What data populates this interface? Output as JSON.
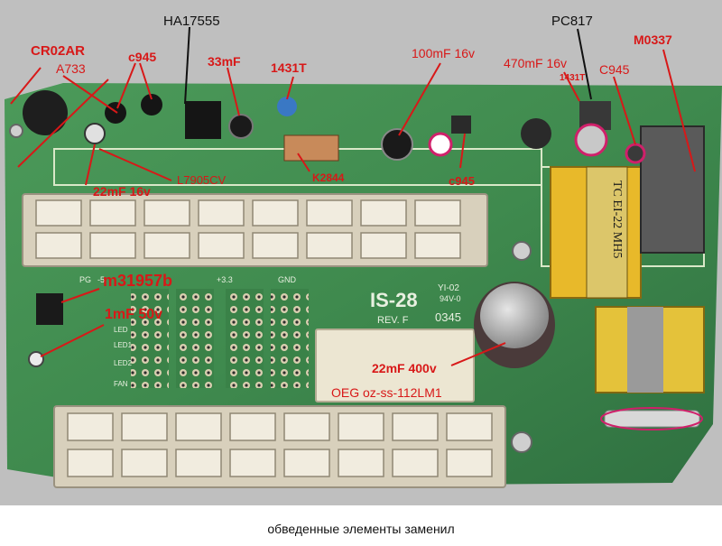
{
  "colors": {
    "pcb": "#3f8a4e",
    "pcb_dark": "#2b6a3a",
    "connector": "#d9d2bf",
    "annotation_red": "#d81818",
    "highlight_magenta": "#d0206a"
  },
  "board": {
    "silkscreen": {
      "model": "IS-28",
      "revision": "REV. F",
      "maker_code": "YI-02",
      "grade": "94V-0",
      "date_code": "0345",
      "transformer": "TC EI-22 MH5",
      "pin_5v": "-5",
      "pin_pg": "PG",
      "pin_33": "+3.3",
      "pin_gnd": "GND",
      "led1": "LED",
      "led2": "LED1",
      "led3": "LED2",
      "fan": "FAN"
    }
  },
  "labels": {
    "cr02ar": "CR02AR",
    "a733": "A733",
    "c945_a": "c945",
    "ha17555": "HA17555",
    "cap_33mf": "33mF",
    "t1431": "1431T",
    "cap_100mf": "100mF 16v",
    "pc817": "PC817",
    "cap_470mf": "470mF 16v",
    "t1431_small": "1431T",
    "c945_b": "C945",
    "m0337": "M0337",
    "cap_22mf": "22mF 16v",
    "l7905cv": "L7905CV",
    "k2844": "K2844",
    "c945_c": "c945",
    "m31957b": "m31957b",
    "cap_1mf": "1mF 50v",
    "cap_22mf400": "22mF 400v",
    "relay": "OEG oz-ss-112LM1"
  },
  "caption": "обведенные элементы заменил"
}
